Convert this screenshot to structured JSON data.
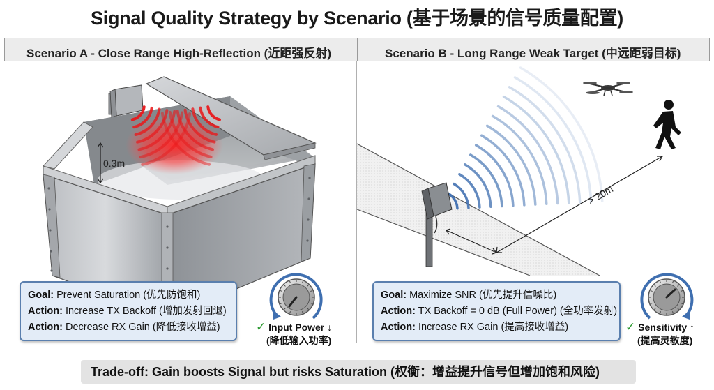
{
  "title": "Signal Quality Strategy by Scenario (基于场景的信号质量配置)",
  "scenario_a": {
    "title": "Scenario A - Close Range High-Reflection (近距强反射)",
    "distance_label": "0.3m",
    "goal_label": "Goal:",
    "goal_text": "Prevent Saturation (优先防饱和)",
    "action1_label": "Action:",
    "action1_text": "Increase TX Backoff (增加发射回退)",
    "action2_label": "Action:",
    "action2_text": "Decrease RX Gain (降低接收增益)",
    "knob_label": "Input Power ↓",
    "knob_sublabel": "(降低输入功率)"
  },
  "scenario_b": {
    "title": "Scenario B - Long Range Weak Target (中远距弱目标)",
    "distance_label": "> 20m",
    "goal_label": "Goal:",
    "goal_text": "Maximize SNR (优先提升信噪比)",
    "action1_label": "Action:",
    "action1_text": "TX Backoff = 0 dB (Full Power) (全功率发射)",
    "action2_label": "Action:",
    "action2_text": "Increase RX Gain (提高接收增益)",
    "knob_label": "Sensitivity ↑",
    "knob_sublabel": "(提高灵敏度)"
  },
  "check_mark": "✓",
  "trade_off": "Trade-off: Gain boosts Signal but risks Saturation (权衡：增益提升信号但增加饱和风险)",
  "colors": {
    "reflection_red": "#e8191c",
    "wave_blue": "#3f6fb0",
    "box_border": "#5a7fae",
    "box_fill": "#e3ecf7",
    "check_green": "#2e9a33"
  },
  "icons": {
    "knob": "dial-knob-icon",
    "drone": "drone-icon",
    "person": "walking-person-icon",
    "sensor": "radar-sensor-icon"
  }
}
